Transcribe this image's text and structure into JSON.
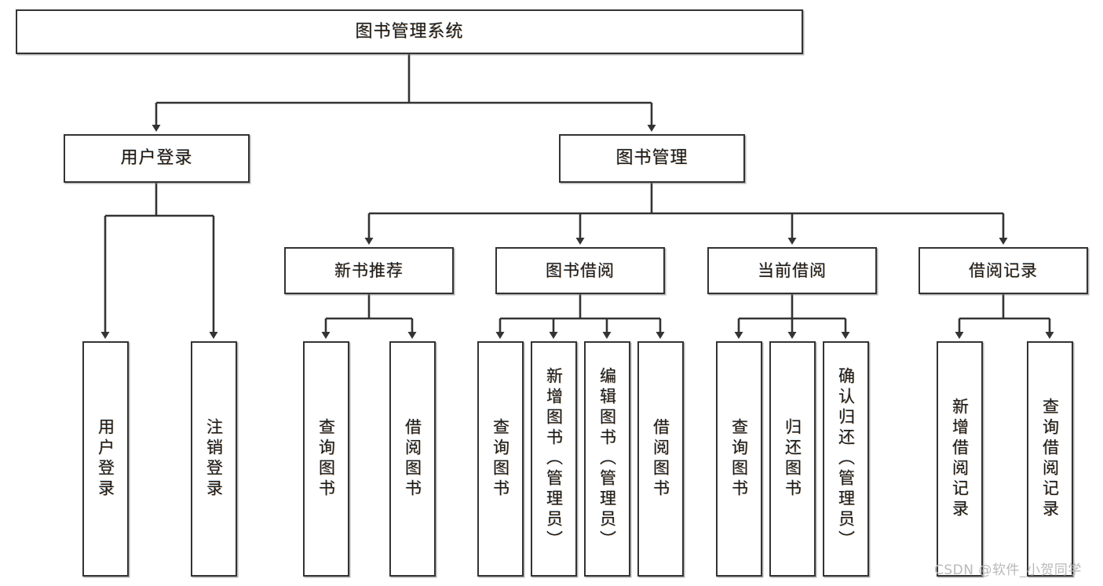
{
  "diagram": {
    "type": "tree",
    "title": "图书管理系统",
    "orientation": "top-down",
    "colors": {
      "box_border": "#333333",
      "box_fill": "#ffffff",
      "connector": "#333333",
      "text": "#1b1b1b",
      "watermark": "#b9b9b9"
    },
    "nodes": {
      "root": {
        "label": "图书管理系统"
      },
      "level2": [
        {
          "id": "user-login",
          "label": "用户登录"
        },
        {
          "id": "book-management",
          "label": "图书管理"
        }
      ],
      "level3": [
        {
          "id": "new-book-recommend",
          "label": "新书推荐"
        },
        {
          "id": "book-borrow",
          "label": "图书借阅"
        },
        {
          "id": "current-borrow",
          "label": "当前借阅"
        },
        {
          "id": "borrow-record",
          "label": "借阅记录"
        }
      ],
      "leaves": {
        "user_login": [
          {
            "id": "leaf-user-login",
            "label": "用户登录"
          },
          {
            "id": "leaf-logout-login",
            "label": "注销登录"
          }
        ],
        "new_book_recommend": [
          {
            "id": "leaf-query-book-1",
            "label": "查询图书"
          },
          {
            "id": "leaf-borrow-book-1",
            "label": "借阅图书"
          }
        ],
        "book_borrow": [
          {
            "id": "leaf-query-book-2",
            "label": "查询图书"
          },
          {
            "id": "leaf-add-book",
            "label": "新增图书（管理员）"
          },
          {
            "id": "leaf-edit-book",
            "label": "编辑图书（管理员）"
          },
          {
            "id": "leaf-borrow-book-2",
            "label": "借阅图书"
          }
        ],
        "current_borrow": [
          {
            "id": "leaf-query-book-3",
            "label": "查询图书"
          },
          {
            "id": "leaf-return-book",
            "label": "归还图书"
          },
          {
            "id": "leaf-confirm-return",
            "label": "确认归还（管理员）"
          }
        ],
        "borrow_record": [
          {
            "id": "leaf-add-borrow-record",
            "label": "新增借阅记录"
          },
          {
            "id": "leaf-query-borrow-record",
            "label": "查询借阅记录"
          }
        ]
      }
    }
  },
  "watermark": {
    "text": "CSDN @软件_小贺同学"
  }
}
